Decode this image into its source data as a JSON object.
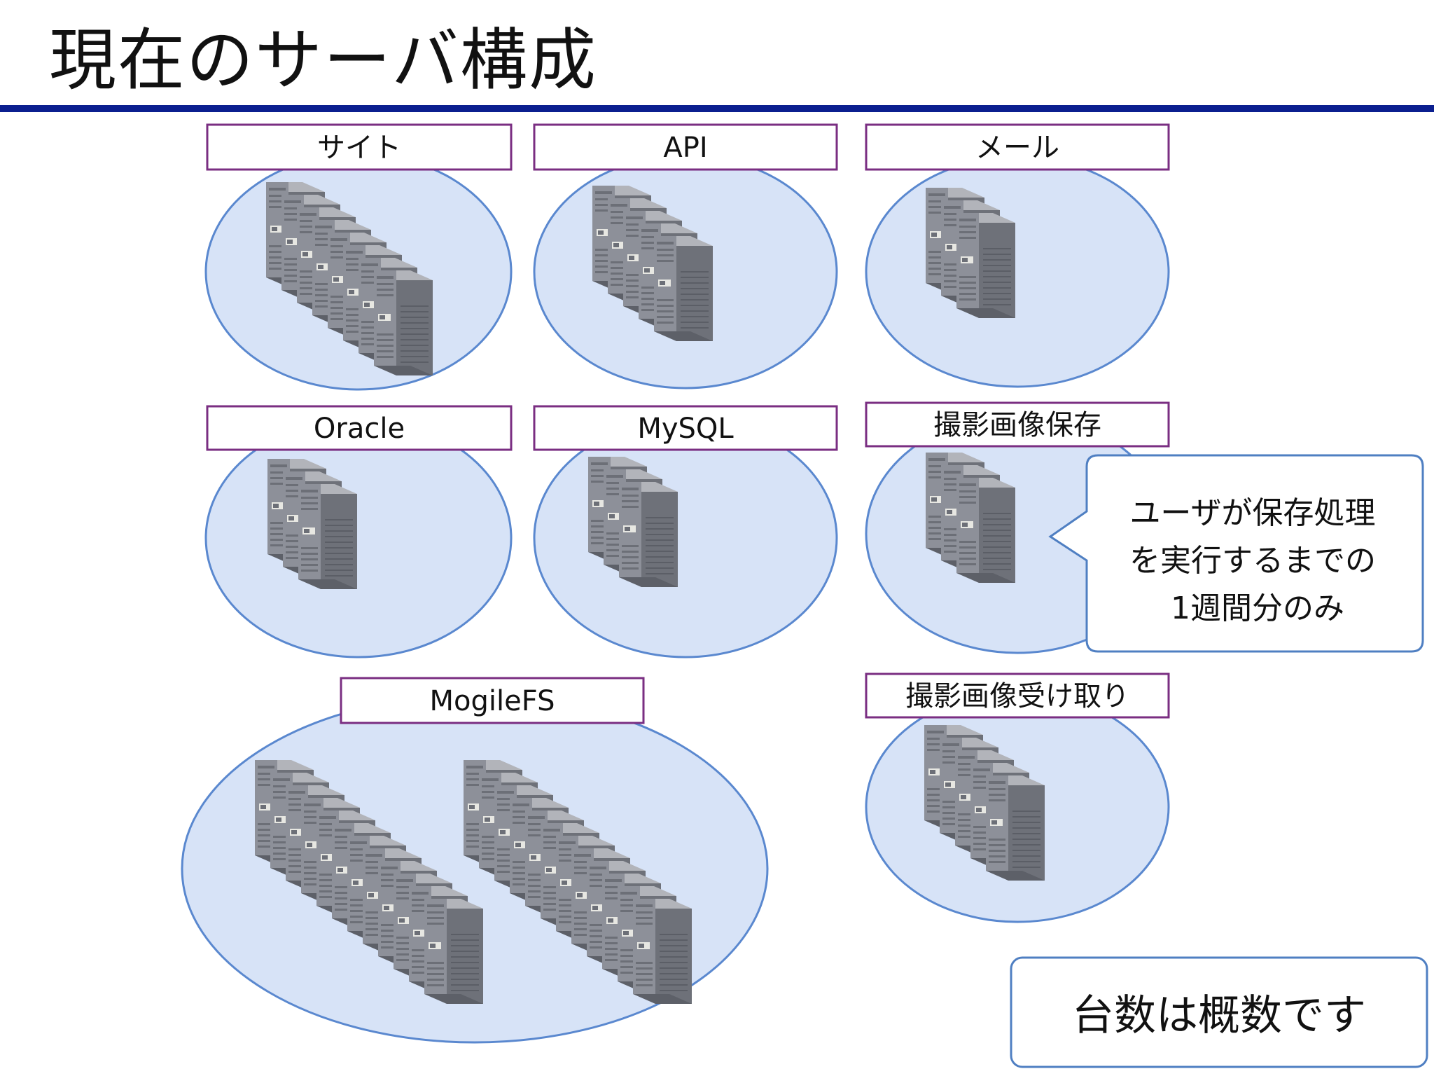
{
  "title": "現在のサーバ構成",
  "colors": {
    "title_rule": "#0b1f8f",
    "cluster_fill": "#d7e3f7",
    "cluster_stroke": "#5a88cf",
    "label_border": "#7a2e82",
    "callout_border": "#4f7fc2",
    "server_front": "#8d9099",
    "server_side": "#6e7179",
    "server_top": "#b2b4ba"
  },
  "clusters": [
    {
      "id": "site",
      "label": "サイト",
      "server_icon": "server-tower-icon",
      "server_count": 8
    },
    {
      "id": "api",
      "label": "API",
      "server_icon": "server-tower-icon",
      "server_count": 5
    },
    {
      "id": "mail",
      "label": "メール",
      "server_icon": "server-tower-icon",
      "server_count": 3
    },
    {
      "id": "oracle",
      "label": "Oracle",
      "server_icon": "server-tower-icon",
      "server_count": 3
    },
    {
      "id": "mysql",
      "label": "MySQL",
      "server_icon": "server-tower-icon",
      "server_count": 3
    },
    {
      "id": "photo-storage",
      "label": "撮影画像保存",
      "server_icon": "server-tower-icon",
      "server_count": 3
    },
    {
      "id": "mogilefs",
      "label": "MogileFS",
      "server_icon": "server-tower-icon",
      "server_count": 24
    },
    {
      "id": "photo-receive",
      "label": "撮影画像受け取り",
      "server_icon": "server-tower-icon",
      "server_count": 5
    }
  ],
  "callouts": {
    "retention_note": "ユーザが保存処理\nを実行するまでの\n1週間分のみ",
    "count_note": "台数は概数です"
  }
}
